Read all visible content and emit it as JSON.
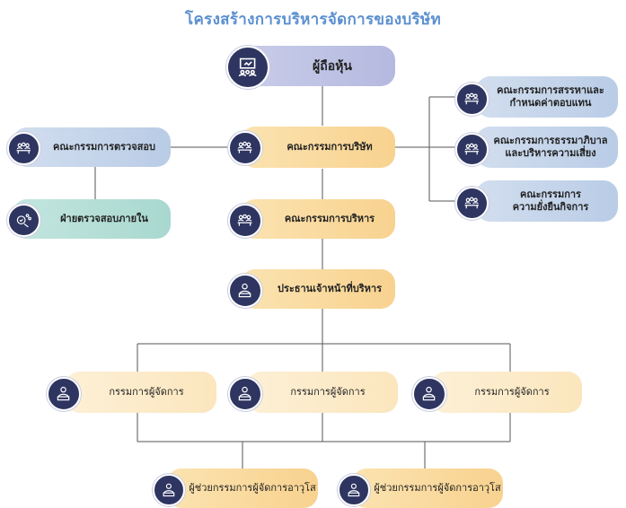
{
  "title": "โครงสร้างการบริหารจัดการของบริษัท",
  "colors": {
    "line": "#555555",
    "icon_bg": "#2e3560",
    "title": "#5b8fd0"
  },
  "nodes": {
    "shareholders": "ผู้ถือหุ้น",
    "board": "คณะกรรมการบริษัท",
    "audit_committee": "คณะกรรมการตรวจสอบ",
    "internal_audit": "ฝ่ายตรวจสอบภายใน",
    "nomination_committee": "คณะกรรมการสรรหาและ\nกำหนดค่าตอบแทน",
    "governance_committee": "คณะกรรมการธรรมาภิบาล\nและบริหารความเสี่ยง",
    "sustainability_committee": "คณะกรรมการ\nความยั่งยืนกิจการ",
    "executive_committee": "คณะกรรมการบริหาร",
    "ceo": "ประธานเจ้าหน้าที่บริหาร",
    "managing_directors": [
      "กรรมการผู้จัดการ",
      "กรรมการผู้จัดการ",
      "กรรมการผู้จัดการ"
    ],
    "assistant_mds": [
      "ผู้ช่วยกรรมการผู้จัดการอาวุโส",
      "ผู้ช่วยกรรมการผู้จัดการอาวุโส"
    ]
  }
}
